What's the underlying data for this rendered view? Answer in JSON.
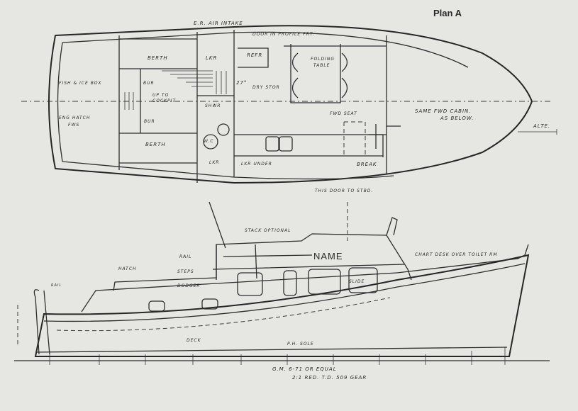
{
  "title": "Plan A",
  "plan_labels": {
    "air_intake": "E.R. AIR INTAKE",
    "door_profile": "DOOR IN PROFILE PRT.",
    "berth_top": "BERTH",
    "locker_top": "LKR",
    "refrigerator": "REFR",
    "folding_table_1": "FOLDING",
    "folding_table_2": "TABLE",
    "fish_ice_box": "FISH & ICE BOX",
    "bur_top": "BUR",
    "up_to_cockpit_1": "UP TO",
    "up_to_cockpit_2": "COCKPIT",
    "angle": "27°",
    "dry_stor": "DRY STOR",
    "shower": "SHWR",
    "eng_hatch_1": "ENG HATCH",
    "eng_hatch_2": "FWS",
    "bur_bottom": "BUR",
    "berth_bottom": "BERTH",
    "wc": "W.C",
    "locker_bottom": "LKR",
    "locker_under": "LKR UNDER",
    "fwd_seat": "FWD SEAT",
    "same_fwd_cabin_1": "SAME FWD CABIN.",
    "same_fwd_cabin_2": "AS BELOW.",
    "alte": "ALTE.",
    "break": "BREAK",
    "door_to_stbd": "THIS DOOR TO STBD."
  },
  "profile_labels": {
    "stack_optional": "STACK OPTIONAL",
    "rail": "RAIL",
    "steps": "STEPS",
    "name": "NAME",
    "chart_desk": "CHART DESK OVER TOILET RM",
    "hatch": "HATCH",
    "dodger": "DODGER",
    "slide": "SLIDE",
    "rail_stern": "RAIL",
    "deck": "DECK",
    "ph_sole": "P.H. SOLE",
    "engine_1": "G.M. 6-71 OR EQUAL",
    "engine_2": "2:1 RED. T.D. 509 GEAR"
  }
}
